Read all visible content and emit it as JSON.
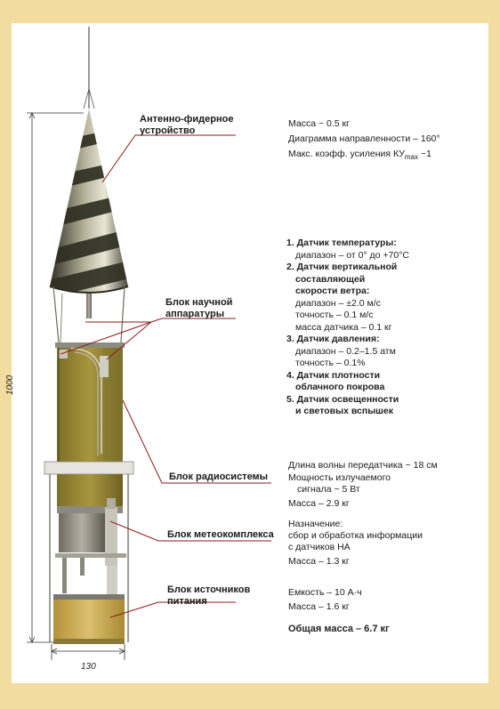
{
  "dimensions": {
    "height": "1000",
    "width": "130"
  },
  "blocks": [
    {
      "label": "Антенно-фидерное устройство",
      "specs": [
        "Масса ~ 0.5 кг",
        "Диаграмма направленности – 160°",
        "Макс. коэфф. усиления КУ",
        "max",
        " ~1"
      ]
    },
    {
      "label": "Блок научной аппаратуры"
    },
    {
      "label": "Блок радиосистемы",
      "specs": [
        "Длина волны передатчика ~ 18 см",
        "Мощность излучаемого",
        "сигнала ~ 5 Вт",
        "Масса – 2.9 кг"
      ]
    },
    {
      "label": "Блок метеокомплекса",
      "specs": [
        "Назначение:",
        "сбор и обработка информации",
        "с датчиков НА",
        "Масса – 1.3 кг"
      ]
    },
    {
      "label": "Блок источников питания",
      "specs": [
        "Емкость – 10 А·ч",
        "Масса – 1.6 кг"
      ]
    }
  ],
  "sensors": [
    {
      "title": [
        "1. Датчик температуры:"
      ],
      "details": [
        "диапазон – от 0° до +70°С"
      ]
    },
    {
      "title": [
        "2. Датчик вертикальной",
        "составляющей",
        "скорости ветра:"
      ],
      "details": [
        "диапазон – ±2.0 м/с",
        "точность – 0.1 м/с",
        "масса датчика – 0.1 кг"
      ]
    },
    {
      "title": [
        "3. Датчик давления:"
      ],
      "details": [
        "диапазон – 0.2–1.5 атм",
        "точность – 0.1%"
      ]
    },
    {
      "title": [
        "4. Датчик плотности",
        "облачного покрова"
      ],
      "details": []
    },
    {
      "title": [
        "5. Датчик освещенности",
        "и световых вспышек"
      ],
      "details": []
    }
  ],
  "total": "Общая масса – 6.7 кг",
  "colors": {
    "frame": "#f3dca0",
    "leader_line": "#8b1a1a",
    "module_olive": "#9a8a38",
    "module_gold": "#c9a94a",
    "cone_dark": "#3a3a2a",
    "cone_light": "#d8d4c0"
  }
}
